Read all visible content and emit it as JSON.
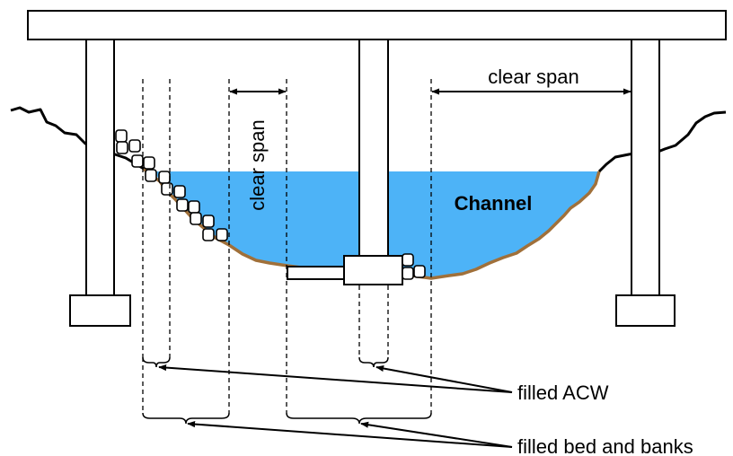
{
  "labels": {
    "clear_span_top": "clear span",
    "clear_span_vertical": "clear span",
    "channel": "Channel",
    "filled_acw": "filled ACW",
    "filled_bed_and_banks": "filled bed and banks"
  },
  "colors": {
    "water": "#4db3f7",
    "bed": "#a0703a",
    "line": "#000000",
    "background": "#ffffff"
  }
}
